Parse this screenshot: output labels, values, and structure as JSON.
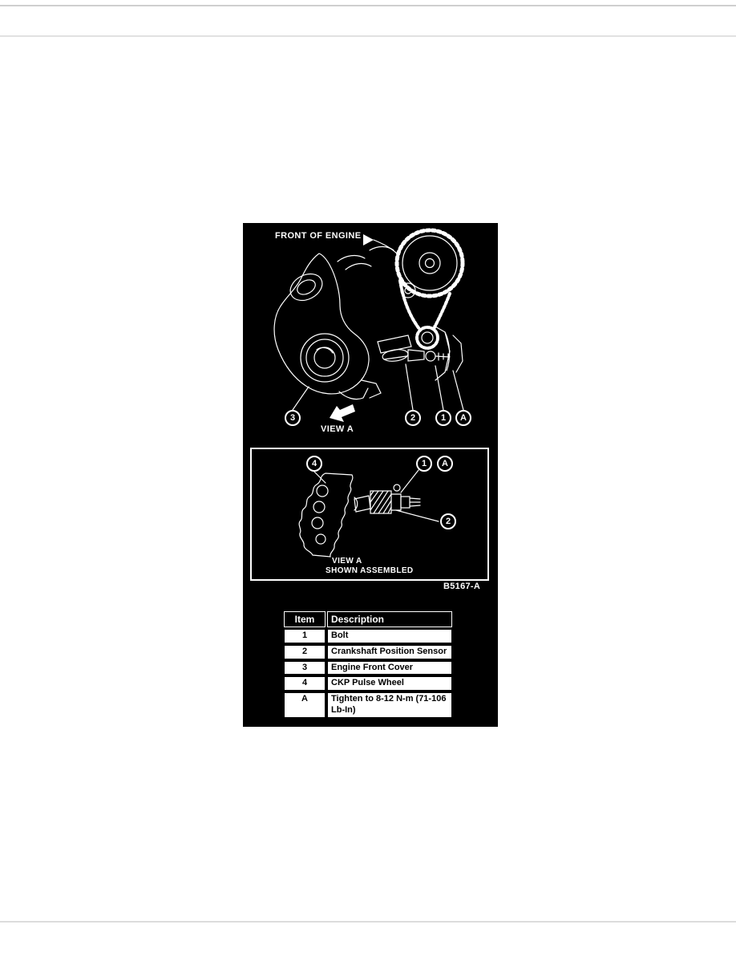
{
  "figure": {
    "front_of_engine_label": "FRONT OF ENGINE",
    "view_a_label": "VIEW A",
    "inset": {
      "view_a_label": "VIEW A",
      "shown_assembled_label": "SHOWN ASSEMBLED"
    },
    "figure_id": "B5167-A",
    "callouts_main": [
      "3",
      "2",
      "1",
      "A"
    ],
    "callouts_inset": [
      "4",
      "1",
      "A",
      "2"
    ]
  },
  "table": {
    "headers": [
      "Item",
      "Description"
    ],
    "rows": [
      {
        "item": "1",
        "description": "Bolt"
      },
      {
        "item": "2",
        "description": "Crankshaft Position Sensor"
      },
      {
        "item": "3",
        "description": "Engine Front Cover"
      },
      {
        "item": "4",
        "description": "CKP Pulse Wheel"
      },
      {
        "item": "A",
        "description": "Tighten to 8-12 N-m (71-106 Lb-In)"
      }
    ]
  },
  "colors": {
    "page_bg": "#ffffff",
    "panel_bg": "#000000",
    "line": "#ffffff"
  }
}
